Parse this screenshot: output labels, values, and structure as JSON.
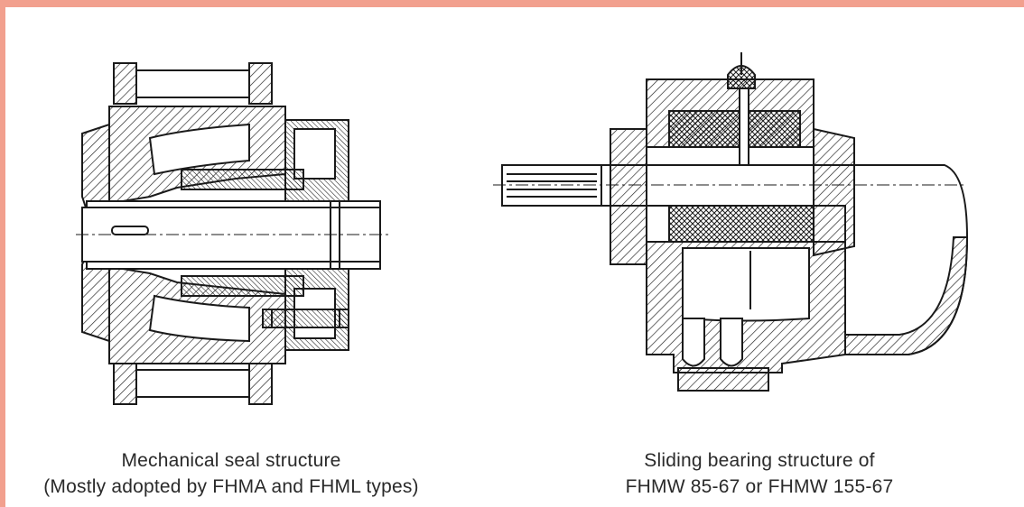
{
  "figures": [
    {
      "icon": "mechanical-seal-pump-section",
      "caption": {
        "line1": "Mechanical seal structure",
        "line2": "(Mostly adopted by FHMA and FHML types)"
      }
    },
    {
      "icon": "sliding-bearing-pump-section",
      "caption": {
        "line1": "Sliding bearing structure of",
        "line2": "FHMW 85-67 or FHMW 155-67"
      }
    }
  ],
  "colors": {
    "frame_border": "#f2a08e",
    "line": "#1a1a1a",
    "caption_text": "#2a2a2a"
  }
}
